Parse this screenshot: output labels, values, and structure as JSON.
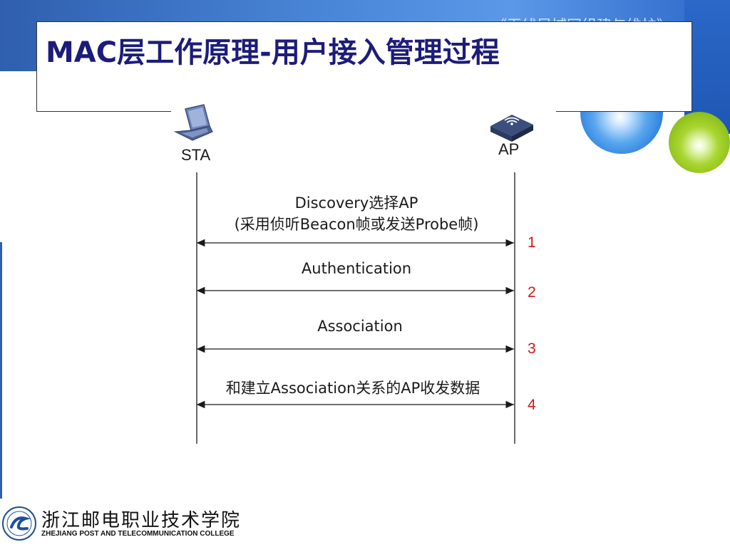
{
  "header": {
    "caption": "《无线局域网组建与维护》"
  },
  "slide": {
    "title": "MAC层工作原理-用户接入管理过程"
  },
  "diagram": {
    "nodes": {
      "sta": {
        "label": "STA",
        "icon": "laptop-icon"
      },
      "ap": {
        "label": "AP",
        "icon": "access-point-icon"
      }
    },
    "messages": [
      {
        "step": "1",
        "lines": [
          "Discovery选择AP",
          "(采用侦听Beacon帧或发送Probe帧)"
        ]
      },
      {
        "step": "2",
        "lines": [
          "Authentication"
        ]
      },
      {
        "step": "3",
        "lines": [
          "Association"
        ]
      },
      {
        "step": "4",
        "lines": [
          "和建立Association关系的AP收发数据"
        ]
      }
    ],
    "colors": {
      "step_number": "#d01818",
      "lines": "#1a1a1a"
    }
  },
  "footer": {
    "school_cn": "浙江邮电职业技术学院",
    "school_en": "ZHEJIANG POST AND TELECOMMUNICATION COLLEGE"
  },
  "theme": {
    "title_color": "#1c1c7a",
    "band_color": "#2f5fae",
    "ball_blue": "#2b7de0",
    "ball_green": "#8ebf1c"
  }
}
